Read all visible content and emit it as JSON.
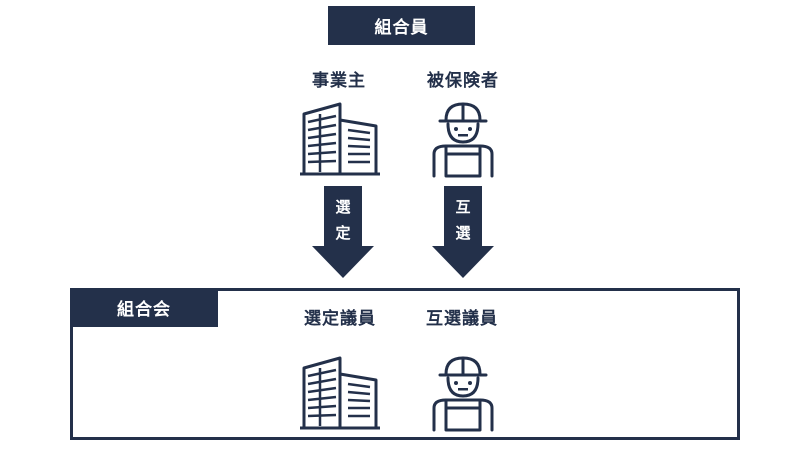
{
  "top": {
    "label": "組合員"
  },
  "roles": {
    "employer": "事業主",
    "insured": "被保険者"
  },
  "arrows": {
    "left": [
      "選",
      "定"
    ],
    "right": [
      "互",
      "選"
    ]
  },
  "council": {
    "label": "組合会",
    "members": {
      "selected": "選定議員",
      "mutual": "互選議員"
    }
  },
  "colors": {
    "primary": "#23304a",
    "background": "#ffffff"
  },
  "icons": {
    "employer": "office-buildings-icon",
    "insured": "worker-helmet-icon"
  }
}
